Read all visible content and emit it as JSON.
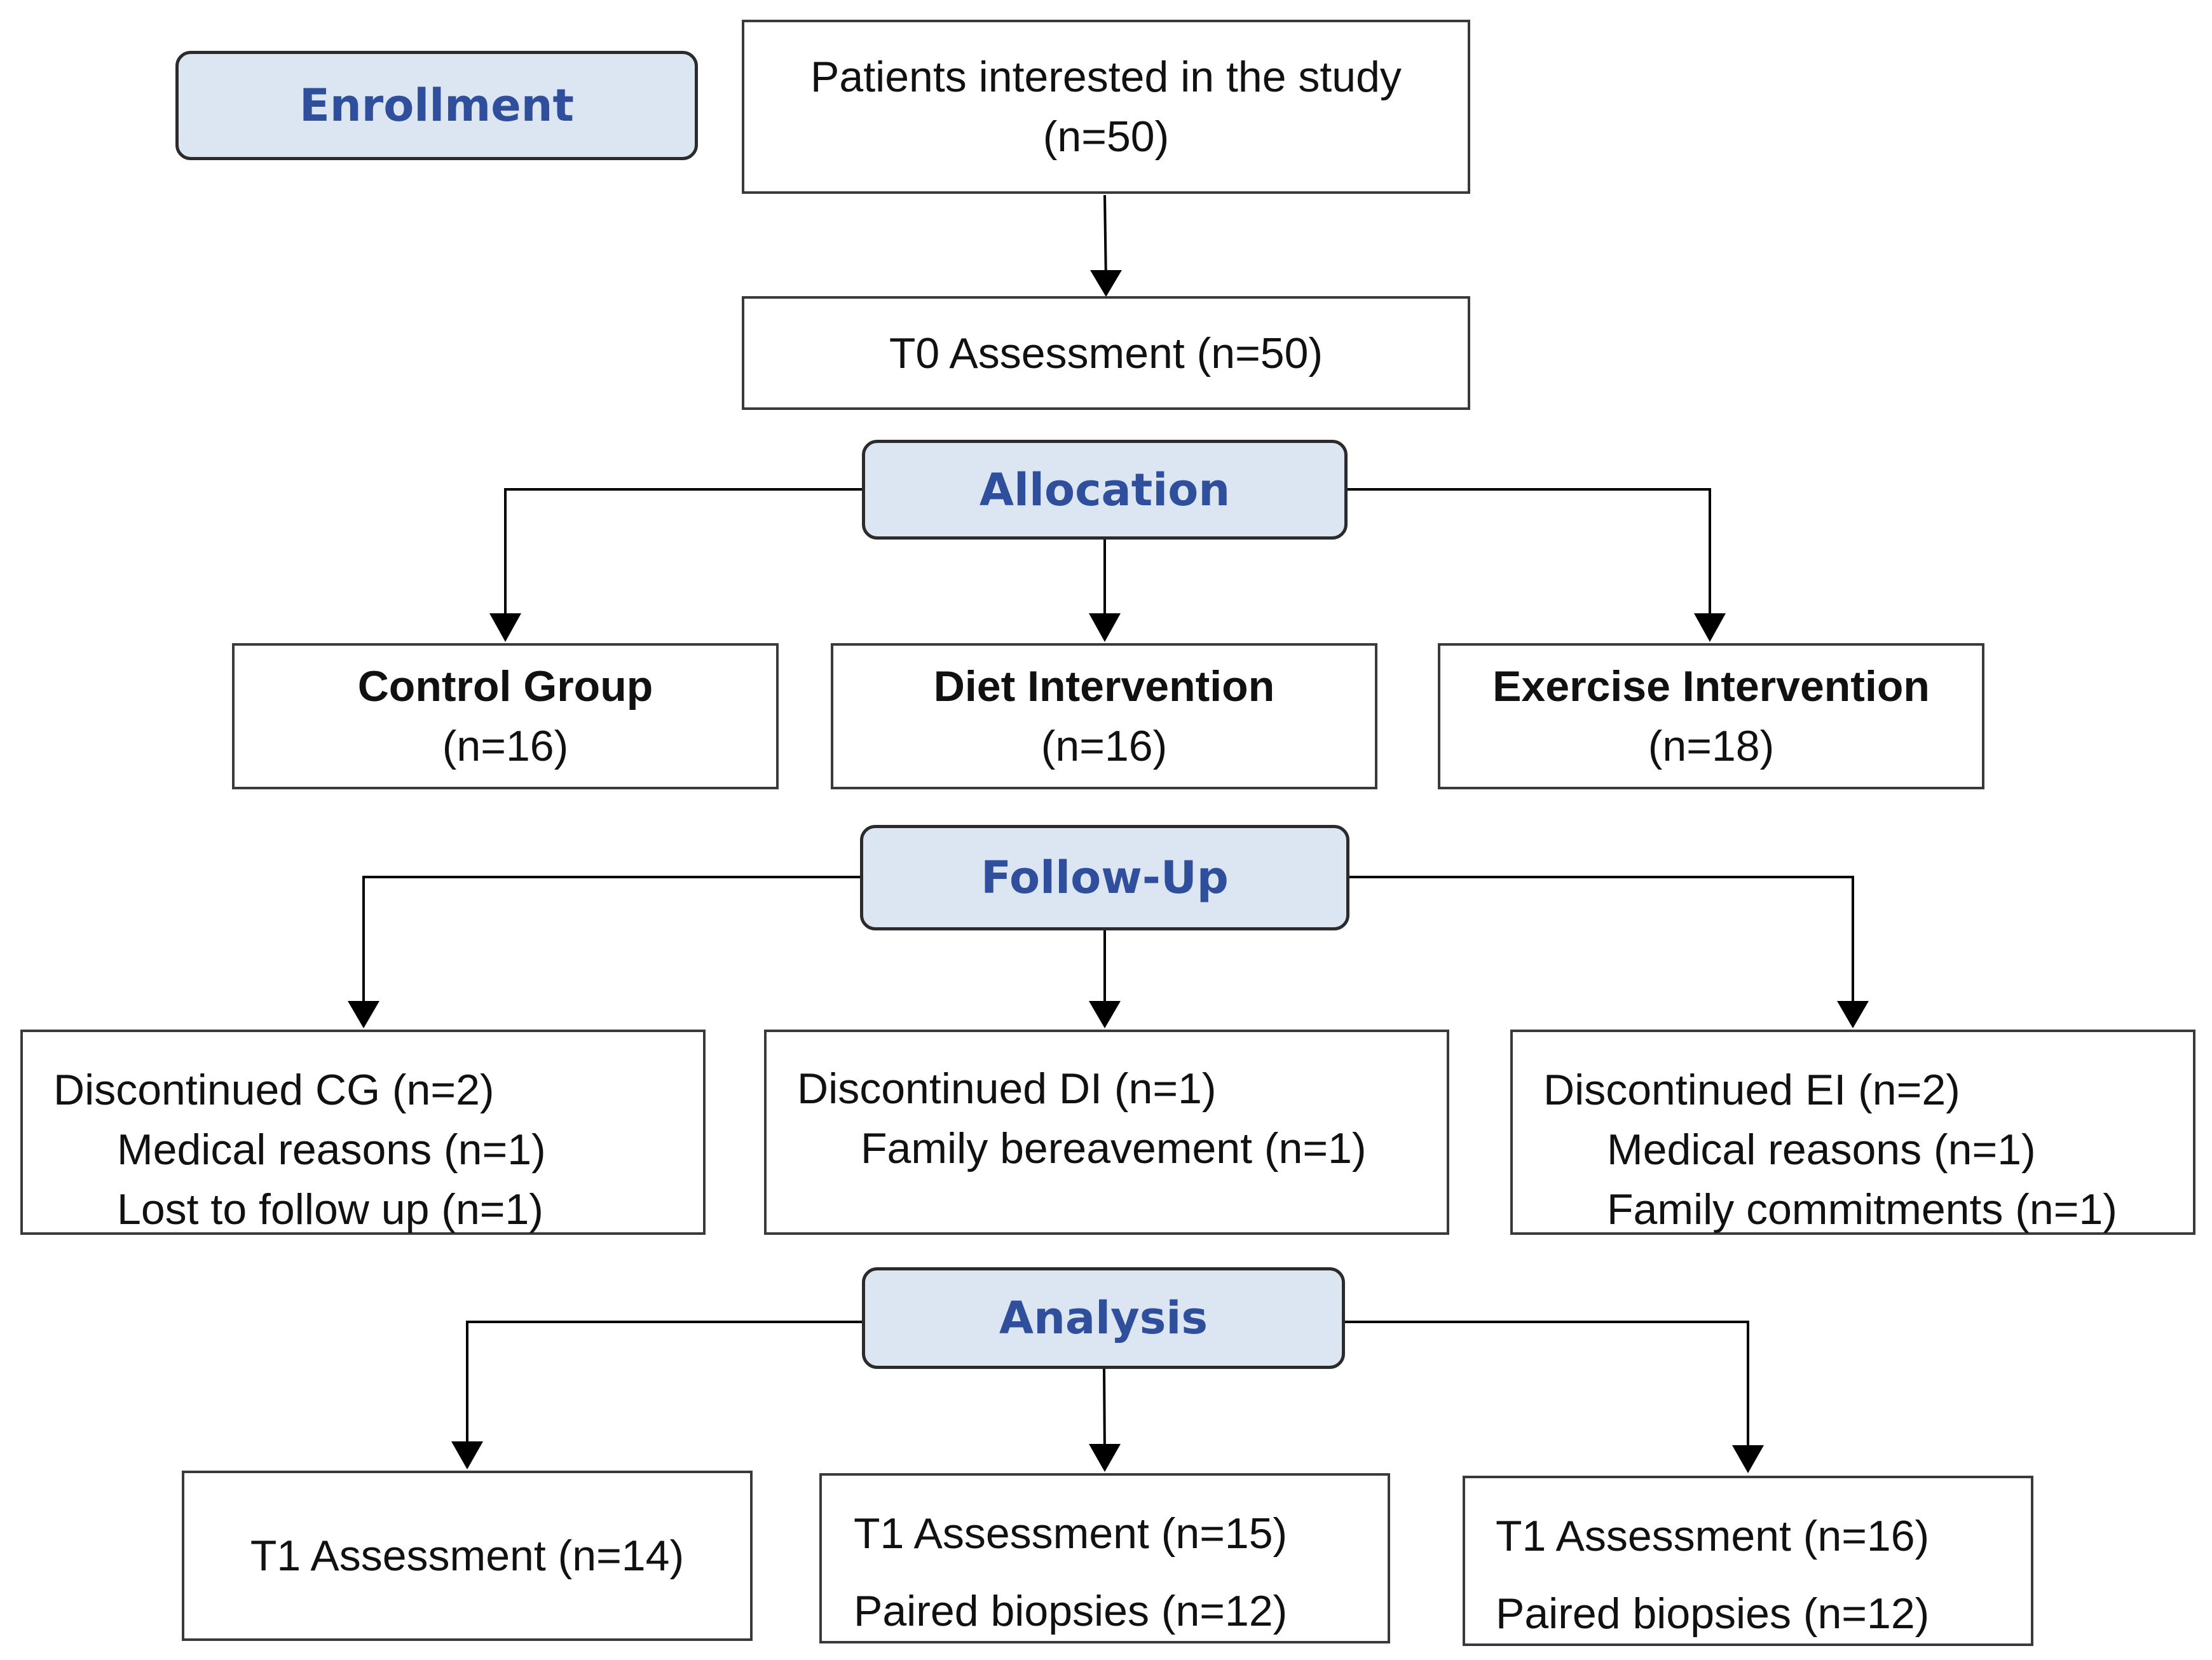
{
  "stages": {
    "enrollment": "Enrollment",
    "allocation": "Allocation",
    "follow_up": "Follow-Up",
    "analysis": "Analysis"
  },
  "enrollment": {
    "interested_label": "Patients interested in the study",
    "interested_n": "(n=50)",
    "t0": "T0 Assessment (n=50)"
  },
  "groups": [
    {
      "name": "Control Group",
      "n": "(n=16)"
    },
    {
      "name": "Diet Intervention",
      "n": "(n=16)"
    },
    {
      "name": "Exercise Intervention",
      "n": "(n=18)"
    }
  ],
  "follow_up": {
    "cg": {
      "title": "Discontinued CG (n=2)",
      "reasons": [
        "Medical reasons (n=1)",
        "Lost to follow up (n=1)"
      ]
    },
    "di": {
      "title": "Discontinued DI (n=1)",
      "reasons": [
        "Family bereavement (n=1)"
      ]
    },
    "ei": {
      "title": "Discontinued EI (n=2)",
      "reasons": [
        "Medical reasons (n=1)",
        "Family commitments (n=1)"
      ]
    }
  },
  "analysis": {
    "cg": [
      "T1 Assessment (n=14)"
    ],
    "di": [
      "T1 Assessment (n=15)",
      "Paired biopsies (n=12)"
    ],
    "ei": [
      "T1 Assessment (n=16)",
      "Paired biopsies (n=12)"
    ]
  },
  "colors": {
    "stage_fill": "#dce6f2",
    "stage_text": "#2f4e9b",
    "line": "#000000"
  }
}
